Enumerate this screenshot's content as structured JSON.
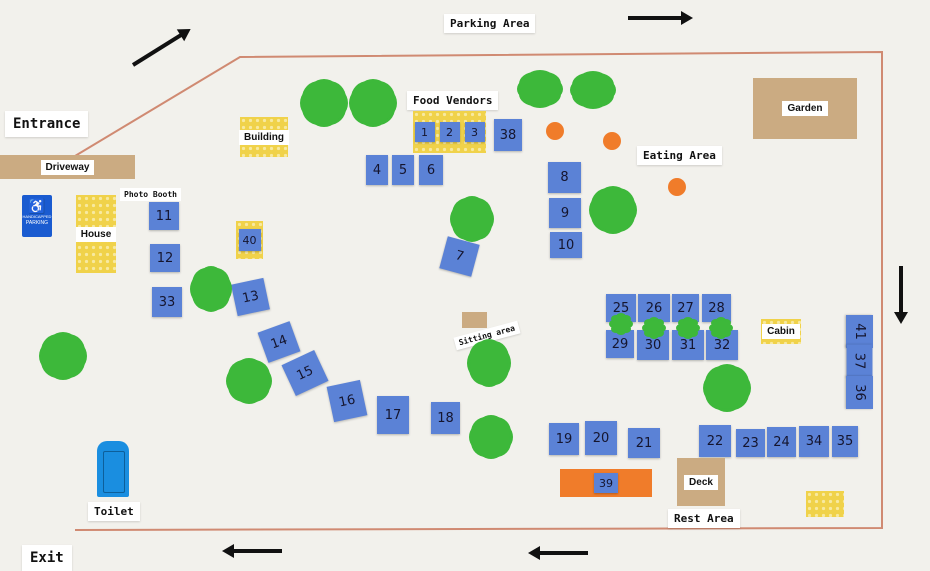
{
  "labels": {
    "parking": "Parking Area",
    "entrance": "Entrance",
    "driveway": "Driveway",
    "building": "Building",
    "food_vendors": "Food Vendors",
    "garden": "Garden",
    "eating": "Eating Area",
    "photo_booth": "Photo Booth",
    "house": "House",
    "handicapped_line1": "HANDICAPPED",
    "handicapped_line2": "PARKING",
    "sitting": "Sitting area",
    "cabin": "Cabin",
    "deck": "Deck",
    "rest": "Rest Area",
    "toilet": "Toilet",
    "exit": "Exit"
  },
  "booths": {
    "b1": "1",
    "b2": "2",
    "b3": "3",
    "b4": "4",
    "b5": "5",
    "b6": "6",
    "b7": "7",
    "b8": "8",
    "b9": "9",
    "b10": "10",
    "b11": "11",
    "b12": "12",
    "b13": "13",
    "b14": "14",
    "b15": "15",
    "b16": "16",
    "b17": "17",
    "b18": "18",
    "b19": "19",
    "b20": "20",
    "b21": "21",
    "b22": "22",
    "b23": "23",
    "b24": "24",
    "b25": "25",
    "b26": "26",
    "b27": "27",
    "b28": "28",
    "b29": "29",
    "b30": "30",
    "b31": "31",
    "b32": "32",
    "b33": "33",
    "b34": "34",
    "b35": "35",
    "b36": "36",
    "b37": "37",
    "b38": "38",
    "b39": "39",
    "b40": "40",
    "b41": "41"
  },
  "colors": {
    "booth_blue": "#5b82d6",
    "tree_green": "#3db83a",
    "yellow_dotted": "#f0d24a",
    "kraft": "#cbab82",
    "orange": "#f07c2a",
    "boundary": "#d08a72"
  },
  "icons": {
    "handicap": "wheelchair-icon",
    "toilet": "portable-toilet-icon"
  }
}
